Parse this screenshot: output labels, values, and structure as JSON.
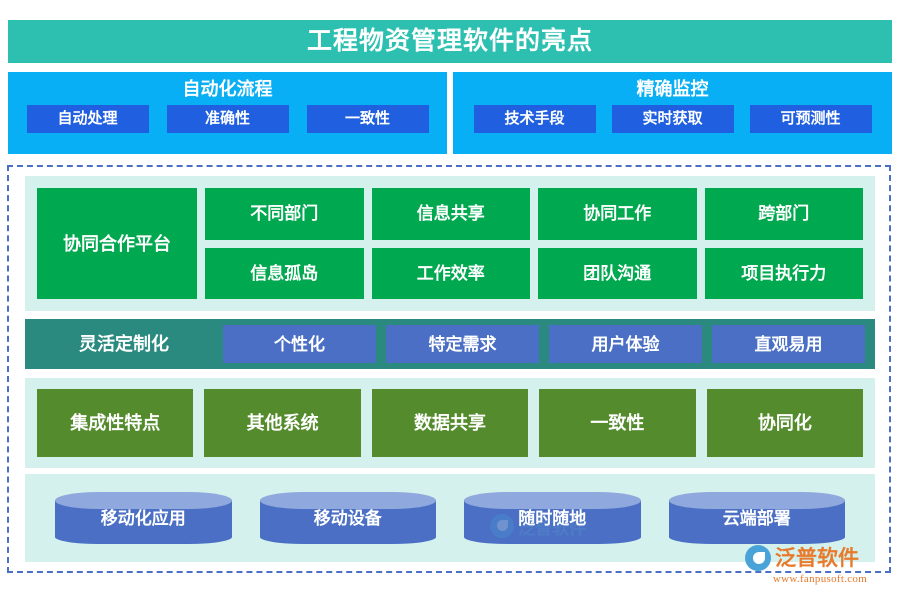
{
  "header": {
    "title": "工程物资管理软件的亮点",
    "bg_color": "#2dc0b0"
  },
  "top_panels": {
    "bg_color": "#09aff4",
    "chip_color": "#2060e0",
    "items": [
      {
        "heading": "自动化流程",
        "chips": [
          "自动处理",
          "准确性",
          "一致性"
        ]
      },
      {
        "heading": "精确监控",
        "chips": [
          "技术手段",
          "实时获取",
          "可预测性"
        ]
      }
    ]
  },
  "sections": {
    "collaboration": {
      "band_color": "#d4f1ee",
      "cell_color": "#00a84f",
      "main_label": "协同合作平台",
      "row1": [
        "不同部门",
        "信息共享",
        "协同工作",
        "跨部门"
      ],
      "row2": [
        "信息孤岛",
        "工作效率",
        "团队沟通",
        "项目执行力"
      ]
    },
    "customization": {
      "band_color": "#2a8a80",
      "chip_color": "#4a6fc4",
      "main_label": "灵活定制化",
      "chips": [
        "个性化",
        "特定需求",
        "用户体验",
        "直观易用"
      ]
    },
    "integration": {
      "band_color": "#d4f1ee",
      "cell_color": "#548b2c",
      "cells": [
        "集成性特点",
        "其他系统",
        "数据共享",
        "一致性",
        "协同化"
      ]
    },
    "mobile": {
      "band_color": "#d4f1ee",
      "cylinder_color": "#4a6fc4",
      "cylinder_top_color": "#8fa8dd",
      "cylinders": [
        "移动化应用",
        "移动设备",
        "随时随地",
        "云端部署"
      ]
    }
  },
  "branding": {
    "name": "泛普软件",
    "url": "www.fanpusoft.com",
    "accent_color": "#e87a2c",
    "watermark_text": "泛普软件"
  }
}
